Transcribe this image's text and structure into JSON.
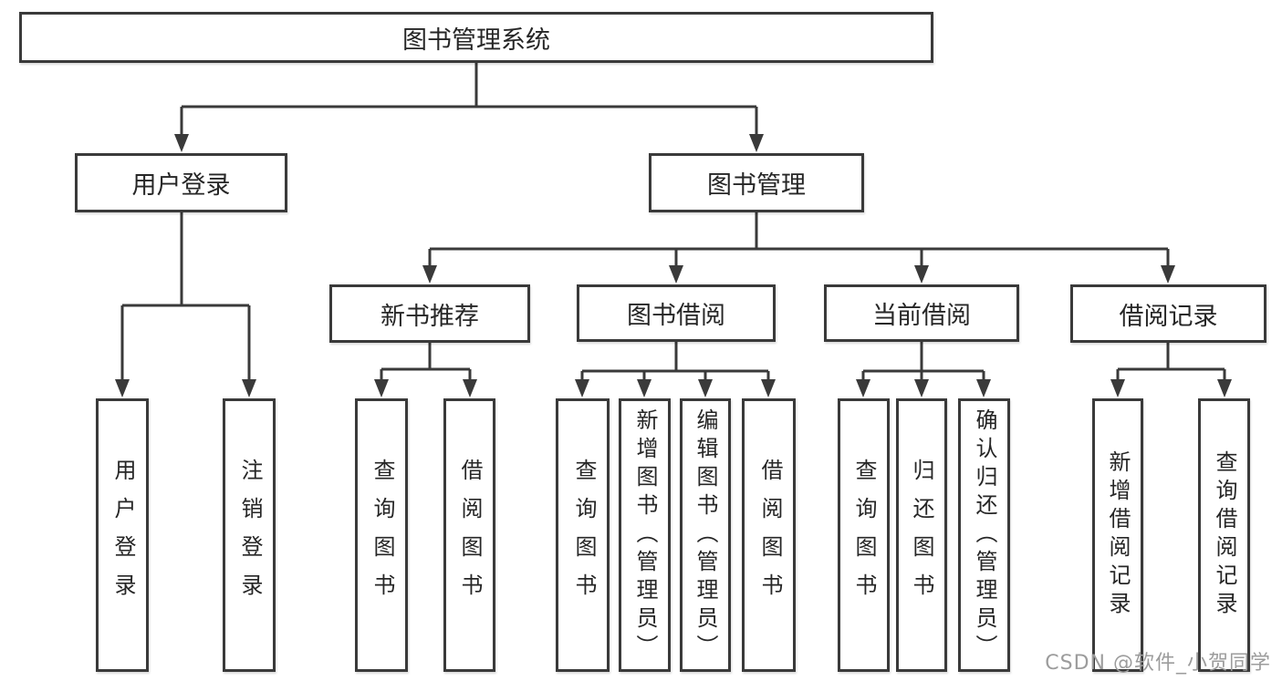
{
  "diagram": {
    "root": {
      "label": "图书管理系统"
    },
    "user_login": {
      "label": "用户登录",
      "children": [
        "用户登录",
        "注销登录"
      ]
    },
    "book_mgmt": {
      "label": "图书管理"
    },
    "groups": [
      {
        "label": "新书推荐",
        "children": [
          "查询图书",
          "借阅图书"
        ]
      },
      {
        "label": "图书借阅",
        "children": [
          "查询图书",
          "新增图书（管理员）",
          "编辑图书（管理员）",
          "借阅图书"
        ]
      },
      {
        "label": "当前借阅",
        "children": [
          "查询图书",
          "归还图书",
          "确认归还（管理员）"
        ]
      },
      {
        "label": "借阅记录",
        "children": [
          "新增借阅记录",
          "查询借阅记录"
        ]
      }
    ]
  },
  "watermark": "CSDN @软件_小贺同学",
  "colors": {
    "line": "#3a3a3a",
    "text": "#262626",
    "watermark": "#9c9c9c",
    "background": "#ffffff"
  }
}
